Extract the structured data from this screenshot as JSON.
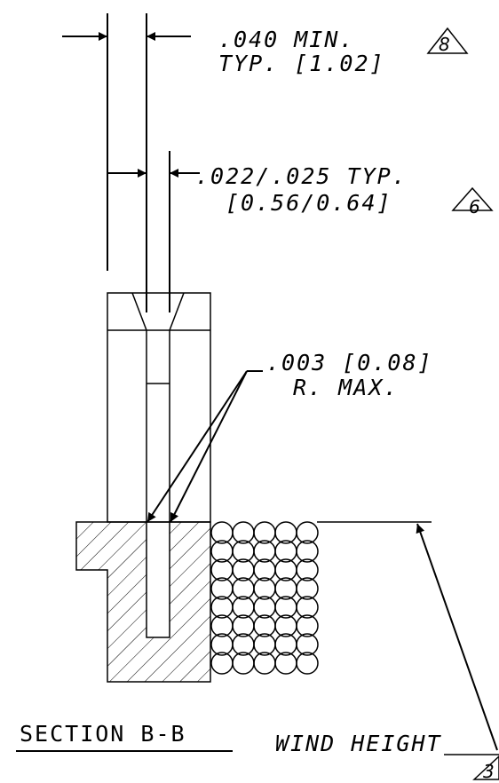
{
  "notes": {
    "min_gap": {
      "line1": ".040 MIN.",
      "line2": "TYP. [1.02]",
      "flag": "8"
    },
    "thickness": {
      "line1": ".022/.025 TYP.",
      "line2": "[0.56/0.64]",
      "flag": "6"
    },
    "radius": {
      "line1": ".003 [0.08]",
      "line2": "R. MAX."
    },
    "wind_height": {
      "label": "WIND HEIGHT",
      "flag": "3"
    }
  },
  "section_title": "SECTION B-B",
  "colors": {
    "ink": "#000000",
    "paper": "#ffffff"
  }
}
